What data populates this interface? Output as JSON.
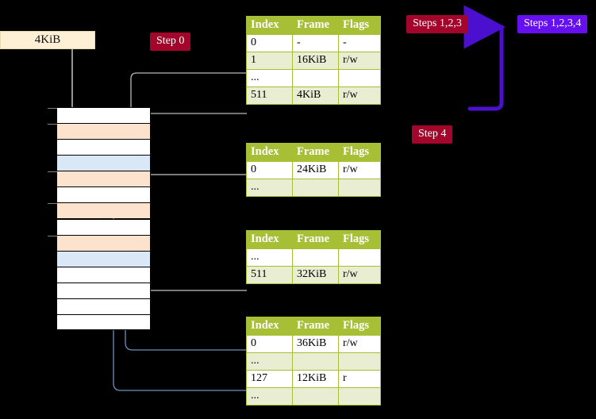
{
  "diagram": {
    "title_badges": {
      "step0": "Step 0",
      "steps123": "Steps 1,2,3",
      "steps1234": "Steps 1,2,3,4",
      "step4": "Step 4"
    },
    "memory_label": "4KiB",
    "colors": {
      "badge_red": "#a4062b",
      "badge_violet": "#6610f2",
      "table_header": "#a6bf35",
      "table_alt_row": "#e9eed3",
      "highlight": "#fbf8a8",
      "mem_orange": "#fde3cd",
      "mem_blue": "#d9e7f7",
      "kib_box": "#fdf0d5",
      "wire_grey": "#aaaaaa",
      "wire_blue": "#6f8fc0",
      "arrow_violet": "#4b0fd0"
    }
  },
  "tables": [
    {
      "name": "page-table-level-1",
      "headers": [
        "Index",
        "Frame",
        "Flags"
      ],
      "rows": [
        {
          "cells": [
            "0",
            "-",
            "-"
          ],
          "alt": false,
          "highlight": false
        },
        {
          "cells": [
            "1",
            "16KiB",
            "r/w"
          ],
          "alt": true,
          "highlight": false
        },
        {
          "cells": [
            "...",
            "",
            ""
          ],
          "alt": false,
          "highlight": false
        },
        {
          "cells": [
            "511",
            "4KiB",
            "r/w"
          ],
          "alt": true,
          "highlight": true
        }
      ]
    },
    {
      "name": "page-table-level-2",
      "headers": [
        "Index",
        "Frame",
        "Flags"
      ],
      "rows": [
        {
          "cells": [
            "0",
            "24KiB",
            "r/w"
          ],
          "alt": false,
          "highlight": false
        },
        {
          "cells": [
            "...",
            "",
            ""
          ],
          "alt": true,
          "highlight": false
        }
      ]
    },
    {
      "name": "page-table-level-3",
      "headers": [
        "Index",
        "Frame",
        "Flags"
      ],
      "rows": [
        {
          "cells": [
            "...",
            "",
            ""
          ],
          "alt": false,
          "highlight": false
        },
        {
          "cells": [
            "511",
            "32KiB",
            "r/w"
          ],
          "alt": true,
          "highlight": false
        }
      ]
    },
    {
      "name": "page-table-level-4",
      "headers": [
        "Index",
        "Frame",
        "Flags"
      ],
      "rows": [
        {
          "cells": [
            "0",
            "36KiB",
            "r/w"
          ],
          "alt": false,
          "highlight": false
        },
        {
          "cells": [
            "...",
            "",
            ""
          ],
          "alt": true,
          "highlight": false
        },
        {
          "cells": [
            "127",
            "12KiB",
            "r"
          ],
          "alt": false,
          "highlight": false
        },
        {
          "cells": [
            "...",
            "",
            ""
          ],
          "alt": true,
          "highlight": false
        }
      ]
    }
  ],
  "memory_rows": [
    {
      "fill": "white",
      "tick": true
    },
    {
      "fill": "orange",
      "tick": true
    },
    {
      "fill": "white",
      "tick": false
    },
    {
      "fill": "blue",
      "tick": false
    },
    {
      "fill": "orange",
      "tick": true
    },
    {
      "fill": "white",
      "tick": false
    },
    {
      "fill": "orange",
      "tick": true
    },
    {
      "fill": "white",
      "tick": false
    },
    {
      "fill": "orange",
      "tick": true
    },
    {
      "fill": "blue",
      "tick": false
    },
    {
      "fill": "white",
      "tick": false
    },
    {
      "fill": "white",
      "tick": false
    },
    {
      "fill": "white",
      "tick": false
    },
    {
      "fill": "white",
      "tick": false
    }
  ]
}
